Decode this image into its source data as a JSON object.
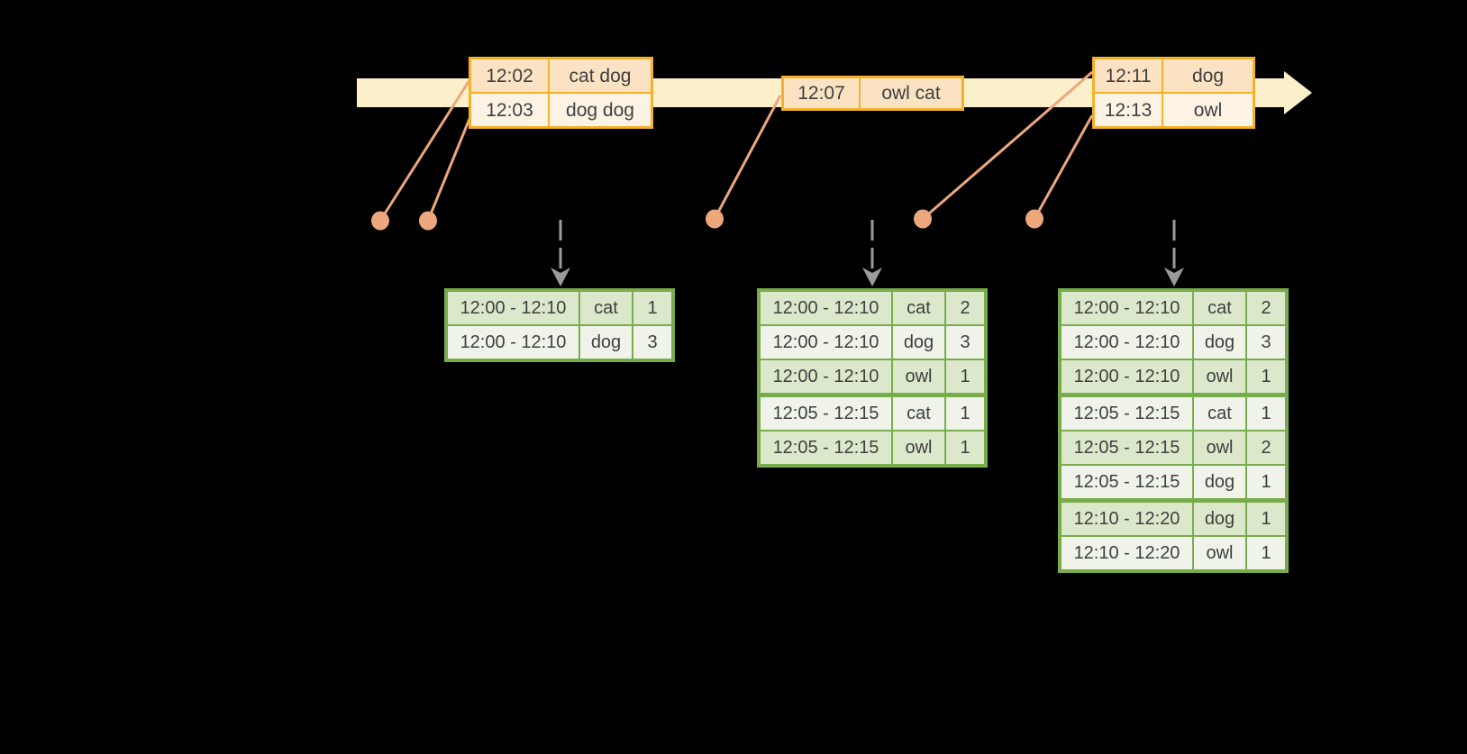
{
  "palette": {
    "background": "#000000",
    "timeline_fill": "#FCF0CB",
    "event_table_border": "#F3B229",
    "event_row_primary_fill": "#FAE2C2",
    "event_row_secondary_fill": "#FDF3E4",
    "event_marker_color": "#EDA77C",
    "trigger_arrow_color": "#9B9B9B",
    "result_table_border": "#79AD4B",
    "result_row_odd_fill": "#DCE8CB",
    "result_row_even_fill": "#EFF3E9",
    "text_color": "#3F3F3F"
  },
  "event_tables": [
    {
      "rows": [
        {
          "time": "12:02",
          "words": "cat dog"
        },
        {
          "time": "12:03",
          "words": "dog dog"
        }
      ]
    },
    {
      "rows": [
        {
          "time": "12:07",
          "words": "owl cat"
        }
      ]
    },
    {
      "rows": [
        {
          "time": "12:11",
          "words": "dog"
        },
        {
          "time": "12:13",
          "words": "owl"
        }
      ]
    }
  ],
  "result_tables": [
    {
      "rows": [
        {
          "window": "12:00 - 12:10",
          "word": "cat",
          "count": "1"
        },
        {
          "window": "12:00 - 12:10",
          "word": "dog",
          "count": "3"
        }
      ]
    },
    {
      "rows": [
        {
          "window": "12:00 - 12:10",
          "word": "cat",
          "count": "2"
        },
        {
          "window": "12:00 - 12:10",
          "word": "dog",
          "count": "3"
        },
        {
          "window": "12:00 - 12:10",
          "word": "owl",
          "count": "1"
        },
        {
          "window": "12:05 - 12:15",
          "word": "cat",
          "count": "1"
        },
        {
          "window": "12:05 - 12:15",
          "word": "owl",
          "count": "1"
        }
      ]
    },
    {
      "rows": [
        {
          "window": "12:00 - 12:10",
          "word": "cat",
          "count": "2"
        },
        {
          "window": "12:00 - 12:10",
          "word": "dog",
          "count": "3"
        },
        {
          "window": "12:00 - 12:10",
          "word": "owl",
          "count": "1"
        },
        {
          "window": "12:05 - 12:15",
          "word": "cat",
          "count": "1"
        },
        {
          "window": "12:05 - 12:15",
          "word": "owl",
          "count": "2"
        },
        {
          "window": "12:05 - 12:15",
          "word": "dog",
          "count": "1"
        },
        {
          "window": "12:10 - 12:20",
          "word": "dog",
          "count": "1"
        },
        {
          "window": "12:10 - 12:20",
          "word": "owl",
          "count": "1"
        }
      ]
    }
  ]
}
